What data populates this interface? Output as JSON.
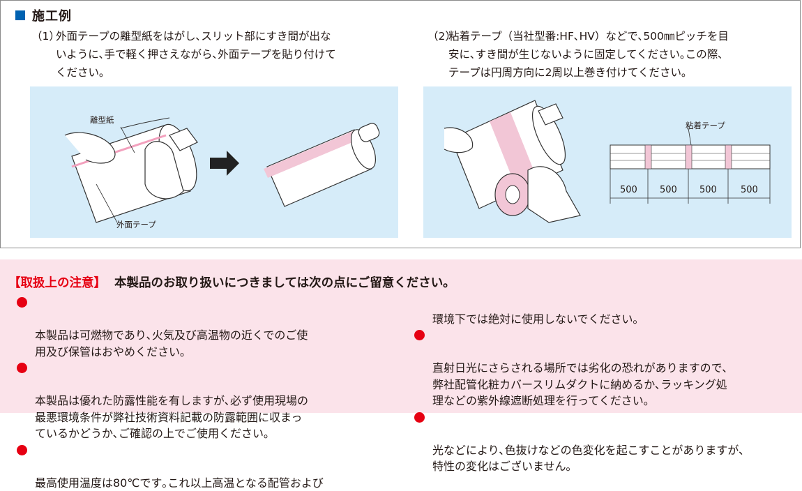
{
  "section": {
    "title": "施工例"
  },
  "steps": [
    {
      "num": "（1）",
      "text": "外面テープの離型紙をはがし､スリット部にすき間が出な\nいように､手で軽く押さえながら､外面テープを貼り付けて\nください｡"
    },
    {
      "num": "（2）",
      "text": "粘着テープ（当社型番:HF､HV）などで､500㎜ピッチを目\n安に､すき間が生じないように固定してください｡この際､\nテープは円周方向に2周以上巻き付けてください｡"
    }
  ],
  "figures": {
    "fig1": {
      "label_release": "離型紙",
      "label_outer": "外面テープ"
    },
    "fig2": {
      "label_tape": "粘着テープ",
      "pitches": [
        "500",
        "500",
        "500",
        "500"
      ]
    }
  },
  "caution": {
    "heading": "【取扱上の注意】",
    "subheading": "本製品のお取り扱いにつきましては次の点にご留意ください｡",
    "left_items": [
      "本製品は可燃物であり､火気及び高温物の近くでのご使\n用及び保管はおやめください｡",
      "本製品は優れた防露性能を有しますが､必ず使用現場の\n最悪環境条件が弊社技術資料記載の防露範囲に収まっ\nているかどうか､ご確認の上でご使用ください｡",
      "最高使用温度は80℃です｡これ以上高温となる配管および"
    ],
    "right_continuation": "環境下では絶対に使用しないでください｡",
    "right_items": [
      "直射日光にさらされる場所では劣化の恐れがありますので､\n弊社配管化粧カバースリムダクトに納めるか､ラッキング処\n理などの紫外線遮断処理を行ってください｡",
      "光などにより､色抜けなどの色変化を起こすことがありますが､\n特性の変化はございません｡"
    ]
  },
  "colors": {
    "accent_blue": "#0062b1",
    "caution_red": "#e60012",
    "caution_bg": "#fbe3ea",
    "figure_bg": "#d6ecf9",
    "tape_pink": "#f2c6d6"
  }
}
